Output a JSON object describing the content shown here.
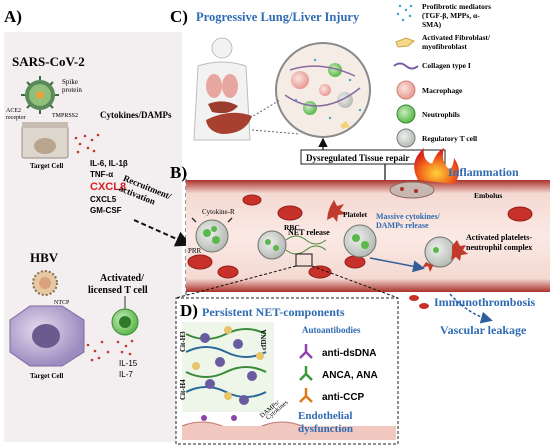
{
  "panels": {
    "a": "A)",
    "b": "B)",
    "c": "C)",
    "d": "D)"
  },
  "panel_a": {
    "sars_title": "SARS-CoV-2",
    "spike_label": [
      "Spike",
      "protein"
    ],
    "ace2_label": [
      "ACE2",
      "receptor"
    ],
    "tmprss2_label": "TMPRSS2",
    "target_cell_1": "Target Cell",
    "cytokines_header": "Cytokines/DAMPs",
    "cytokine_list": [
      "IL-6, IL-1β",
      "TNF-α",
      "CXCL8",
      "CXCL5",
      "GM-CSF"
    ],
    "hbv_title": "HBV",
    "ntcp_label": "NTCP",
    "target_cell_2": "Target Cell",
    "tcell_label": [
      "Activated/",
      "licensed T cell"
    ],
    "il_list": [
      "IL-15",
      "IL-7"
    ],
    "recruitment_label": [
      "Recruitment/",
      "activation"
    ]
  },
  "panel_c": {
    "title": "Progressive Lung/Liver Injury"
  },
  "legend": {
    "items": [
      {
        "label": [
          "Profibrotic mediators",
          "(TGF-β, MPPs, α-",
          "SMA)"
        ]
      },
      {
        "label": [
          "Activated Fibroblast/",
          "myofibroblast"
        ]
      },
      {
        "label": [
          "Collagen type I"
        ]
      },
      {
        "label": [
          "Macrophage"
        ]
      },
      {
        "label": [
          "Neutrophils"
        ]
      },
      {
        "label": [
          "Regulatory T cell"
        ]
      }
    ]
  },
  "panel_b": {
    "tissue_repair": "Dysregulated Tissue repair",
    "inflammation": "Inflammation",
    "embolus": "Embolus",
    "platelet": "Platelet",
    "rbc": "RBC",
    "cytokine_r": "Cytokine-R",
    "prr": "PRR",
    "net_release": "NET release",
    "massive": [
      "Massive cytokines/",
      "DAMPs release"
    ],
    "complex": [
      "Activated platelets-",
      "neutrophil complex"
    ],
    "immunothrombosis": "Immunothrombosis",
    "vascular_leakage": "Vascular leakage"
  },
  "panel_d": {
    "title": "Persistent NET-components",
    "autoantibodies": "Autoantibodies",
    "antibodies": [
      "anti-dsDNA",
      "ANCA, ANA",
      "anti-CCP"
    ],
    "cith3": "Cit-H3",
    "cith4": "Cit-H4",
    "cfdna": "cfDNA",
    "damps": [
      "DAMPs/",
      "Cytokines"
    ],
    "endothelial": [
      "Endothelial",
      "dysfunction"
    ]
  },
  "colors": {
    "title_blue": "#2f6bb3",
    "vessel_red": "#c0392b",
    "cxcl8_red": "#d62020",
    "antibody_purple": "#8e44ad",
    "antibody_green": "#3a9a3a",
    "antibody_orange": "#e07b1a"
  }
}
